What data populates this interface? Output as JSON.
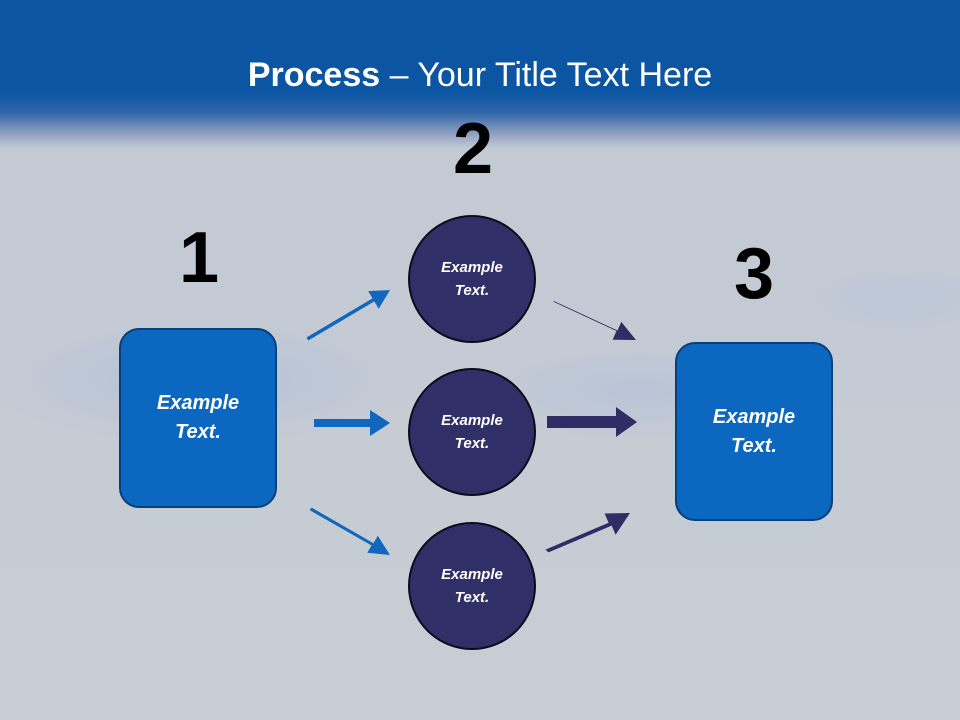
{
  "slide": {
    "title_bold": "Process",
    "title_rest": " – Your Title Text Here"
  },
  "steps": {
    "one": "1",
    "two": "2",
    "three": "3"
  },
  "left_box": {
    "line1": "Example",
    "line2": "Text."
  },
  "circles": [
    {
      "line1": "Example",
      "line2": "Text."
    },
    {
      "line1": "Example",
      "line2": "Text."
    },
    {
      "line1": "Example",
      "line2": "Text."
    }
  ],
  "right_box": {
    "line1": "Example",
    "line2": "Text."
  },
  "colors": {
    "header": "#0b55a3",
    "box_fill": "#0b67bf",
    "circle_fill": "#312f67",
    "arrow_left": "#1167bd",
    "arrow_right": "#2e2d66"
  }
}
